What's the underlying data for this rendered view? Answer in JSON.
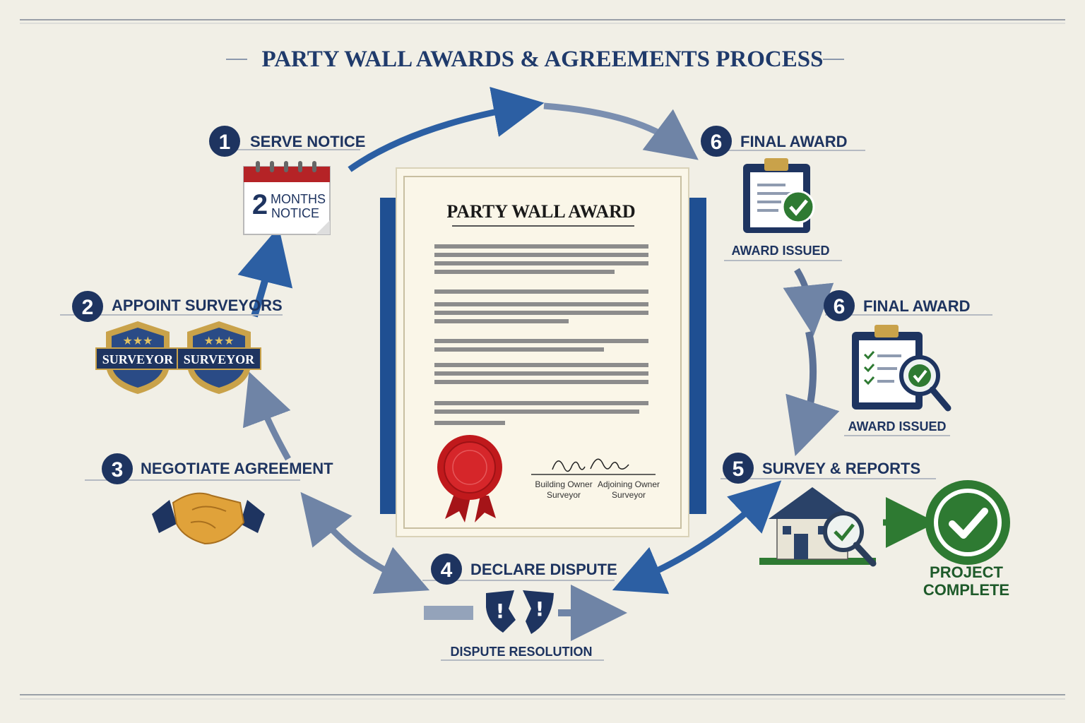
{
  "title": "PARTY WALL AWARDS & AGREEMENTS PROCESS",
  "steps": {
    "serve_notice": {
      "num": "1",
      "label": "SERVE NOTICE",
      "cal_big": "2",
      "cal_line1": "MONTHS",
      "cal_line2": "NOTICE"
    },
    "appoint_surveyors": {
      "num": "2",
      "label": "APPOINT SURVEYORS",
      "badge_left": "SURVEYOR",
      "badge_right": "SURVEYOR"
    },
    "negotiate": {
      "num": "3",
      "label": "NEGOTIATE AGREEMENT"
    },
    "declare_dispute": {
      "num": "4",
      "label": "DECLARE DISPUTE",
      "caption": "DISPUTE RESOLUTION"
    },
    "survey_reports": {
      "num": "5",
      "label": "SURVEY & REPORTS"
    },
    "final_award_top": {
      "num": "6",
      "label": "FINAL AWARD",
      "caption": "AWARD ISSUED"
    },
    "final_award_mid": {
      "num": "6",
      "label": "FINAL AWARD",
      "caption": "AWARD ISSUED"
    }
  },
  "document": {
    "title": "PARTY WALL AWARD",
    "sig_left_line1": "Building Owner",
    "sig_left_line2": "Surveyor",
    "sig_right_line1": "Adjoining Owner",
    "sig_right_line2": "Surveyor"
  },
  "complete": {
    "line1": "PROJECT",
    "line2": "COMPLETE"
  },
  "colors": {
    "navy": "#1e3460",
    "blue": "#2c5fa3",
    "slate": "#6f84a6",
    "green": "#2e7a32",
    "red": "#c0191c"
  }
}
